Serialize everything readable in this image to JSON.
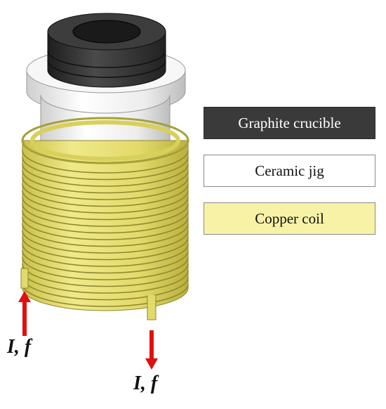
{
  "legend": {
    "graphite": "Graphite crucible",
    "ceramic": "Ceramic jig",
    "copper": "Copper coil"
  },
  "current": {
    "in_label": "I, f",
    "out_label": "I, f"
  },
  "colors": {
    "graphite": "#3a3a3a",
    "ceramic": "#f2f2f2",
    "copper": "#e2da6a",
    "copper_legend": "#f7f2a6",
    "arrow": "#e01010"
  }
}
